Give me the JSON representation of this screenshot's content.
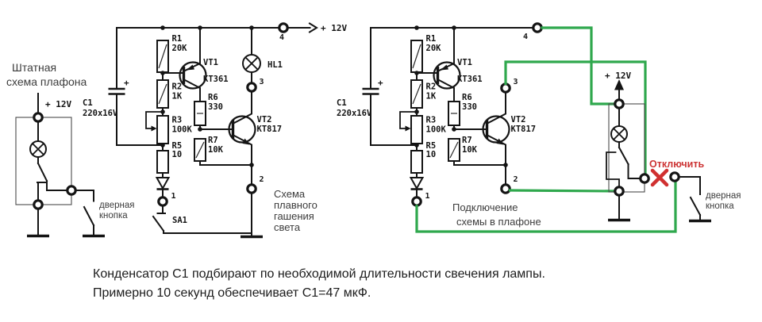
{
  "colors": {
    "wire": "#141414",
    "new_wiring_green": "#2fa84d",
    "disconnect_red": "#d03030",
    "caption_text": "#3c3c3c",
    "footnote_text": "#1c1c1c"
  },
  "captions": {
    "left_title": [
      "Штатная",
      "схема плафона"
    ],
    "door_button": [
      "дверная",
      "кнопка"
    ],
    "dimmer": [
      "Схема",
      "плавного",
      "гашения",
      "света"
    ],
    "connection": [
      "Подключение",
      "схемы в плафоне"
    ],
    "disconnect": "Отключить",
    "power": "+ 12V",
    "plus": "+"
  },
  "components": {
    "r1": {
      "ref": "R1",
      "value": "20K"
    },
    "r2": {
      "ref": "R2",
      "value": "1K"
    },
    "r3": {
      "ref": "R3",
      "value": "100K"
    },
    "r5": {
      "ref": "R5",
      "value": "10"
    },
    "r6": {
      "ref": "R6",
      "value": "330"
    },
    "r7": {
      "ref": "R7",
      "value": "10K"
    },
    "c1": {
      "ref": "C1",
      "value": "220x16V"
    },
    "vt1": {
      "ref": "VT1",
      "value": "KT361"
    },
    "vt2": {
      "ref": "VT2",
      "value": "KT817"
    },
    "hl1": {
      "ref": "HL1"
    },
    "sa1": {
      "ref": "SA1"
    }
  },
  "terminals": {
    "t1": "1",
    "t2": "2",
    "t3": "3",
    "t4": "4"
  },
  "footnote": [
    "Конденсатор С1 подбирают по необходимой длительности свечения лампы.",
    "Примерно 10 секунд  обеспечивает С1=47 мкФ."
  ]
}
